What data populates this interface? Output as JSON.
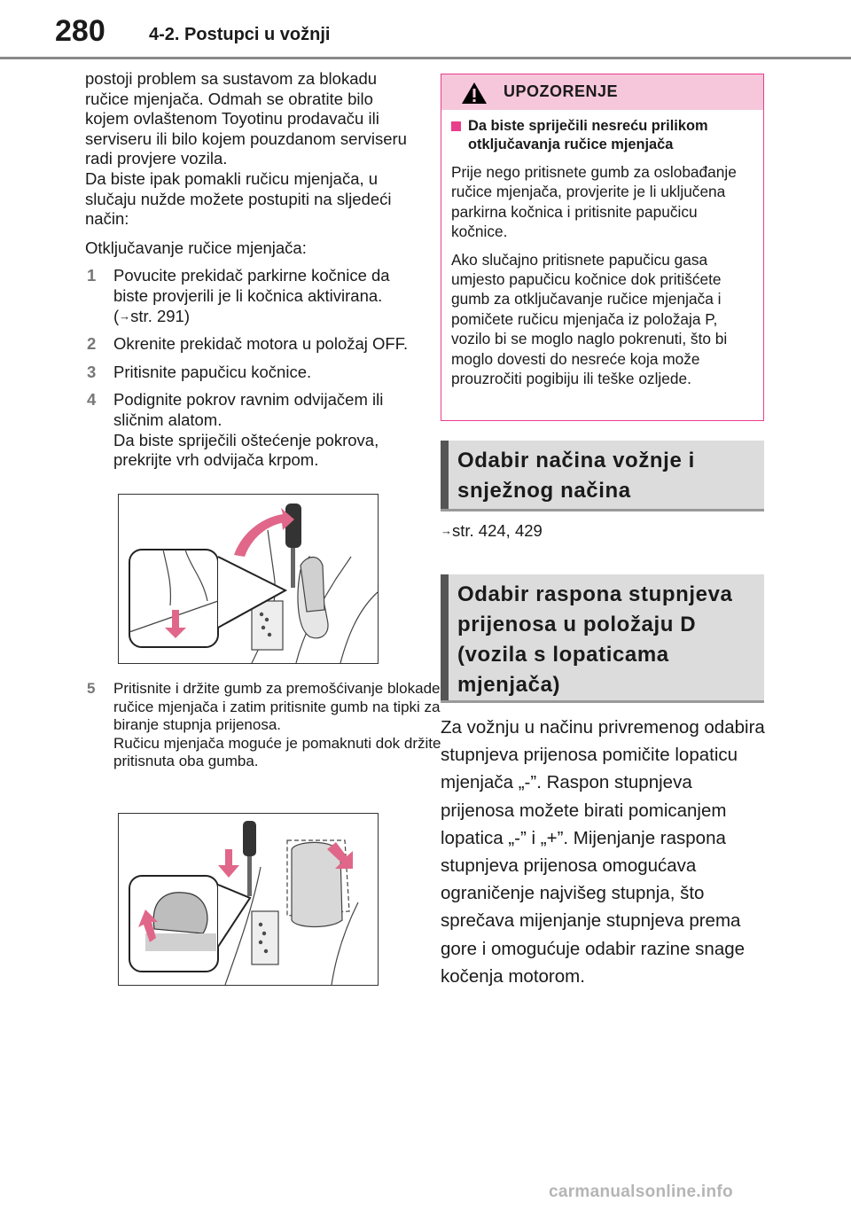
{
  "header": {
    "page_number": "280",
    "section": "4-2. Postupci u vožnji"
  },
  "left": {
    "intro1": "postoji problem sa sustavom za blokadu ručice mjenjača. Odmah se obratite bilo kojem ovlaštenom Toyotinu prodavaču ili serviseru ili bilo kojem pouzdanom serviseru radi provjere vozila.",
    "intro2": "Da biste ipak pomakli ručicu mjenjača, u slučaju nužde možete postupiti na sljedeći način:",
    "intro3": "Otključavanje ručice mjenjača:",
    "steps": [
      {
        "num": "1",
        "text": "Povucite prekidač parkirne kočnice da biste provjerili je li kočnica aktivirana. (",
        "ref": "str. 291)"
      },
      {
        "num": "2",
        "text": "Okrenite prekidač motora u položaj OFF."
      },
      {
        "num": "3",
        "text": "Pritisnite papučicu kočnice."
      },
      {
        "num": "4",
        "text": "Podignite pokrov ravnim odvijačem ili sličnim alatom.",
        "text2": "Da biste spriječili oštećenje pokrova, prekrijte vrh odvijača krpom."
      },
      {
        "num": "5",
        "text": "Pritisnite i držite gumb za premošćivanje blokade ručice mjenjača i zatim pritisnite gumb na tipki za biranje stupnja prijenosa.",
        "text2": "Ručicu mjenjača moguće je pomaknuti dok držite pritisnuta oba gumba."
      }
    ]
  },
  "warning": {
    "title": "UPOZORENJE",
    "subtitle": "Da biste spriječili nesreću prilikom otključavanja ručice mjenjača",
    "p1": "Prije nego pritisnete gumb za oslobađanje ručice mjenjača, provjerite je li uključena parkirna kočnica i pritisnite papučicu kočnice.",
    "p2": "Ako slučajno pritisnete papučicu gasa umjesto papučicu kočnice dok pritišćete gumb za otključavanje ručice mjenjača i pomičete ručicu mjenjača iz položaja P, vozilo bi se moglo naglo pokrenuti, što bi moglo dovesti do nesreće koja može prouzročiti pogibiju ili teške ozljede."
  },
  "heading1": "Odabir načina vožnje i snježnog načina",
  "ref_text": "str. 424, 429",
  "heading2": "Odabir raspona stupnjeva prijenosa u položaju D (vozila s lopaticama mjenjača)",
  "paragraph2": "Za vožnju u načinu privremenog odabira stupnjeva prijenosa pomičite lopaticu mjenjača „-”. Raspon stupnjeva prijenosa možete birati pomicanjem lopatica „-” i „+”. Mijenjanje raspona stupnjeva prijenosa omogućava ograničenje najvišeg stupnja, što sprečava mijenjanje stupnjeva prema gore i omogućuje odabir razine snage kočenja motorom.",
  "footer": "carmanualsonline.info",
  "colors": {
    "warning_border": "#e83e8c",
    "warning_header_bg": "#f6c7db",
    "heading_bg": "#dcdcdc",
    "heading_bar": "#555555"
  }
}
